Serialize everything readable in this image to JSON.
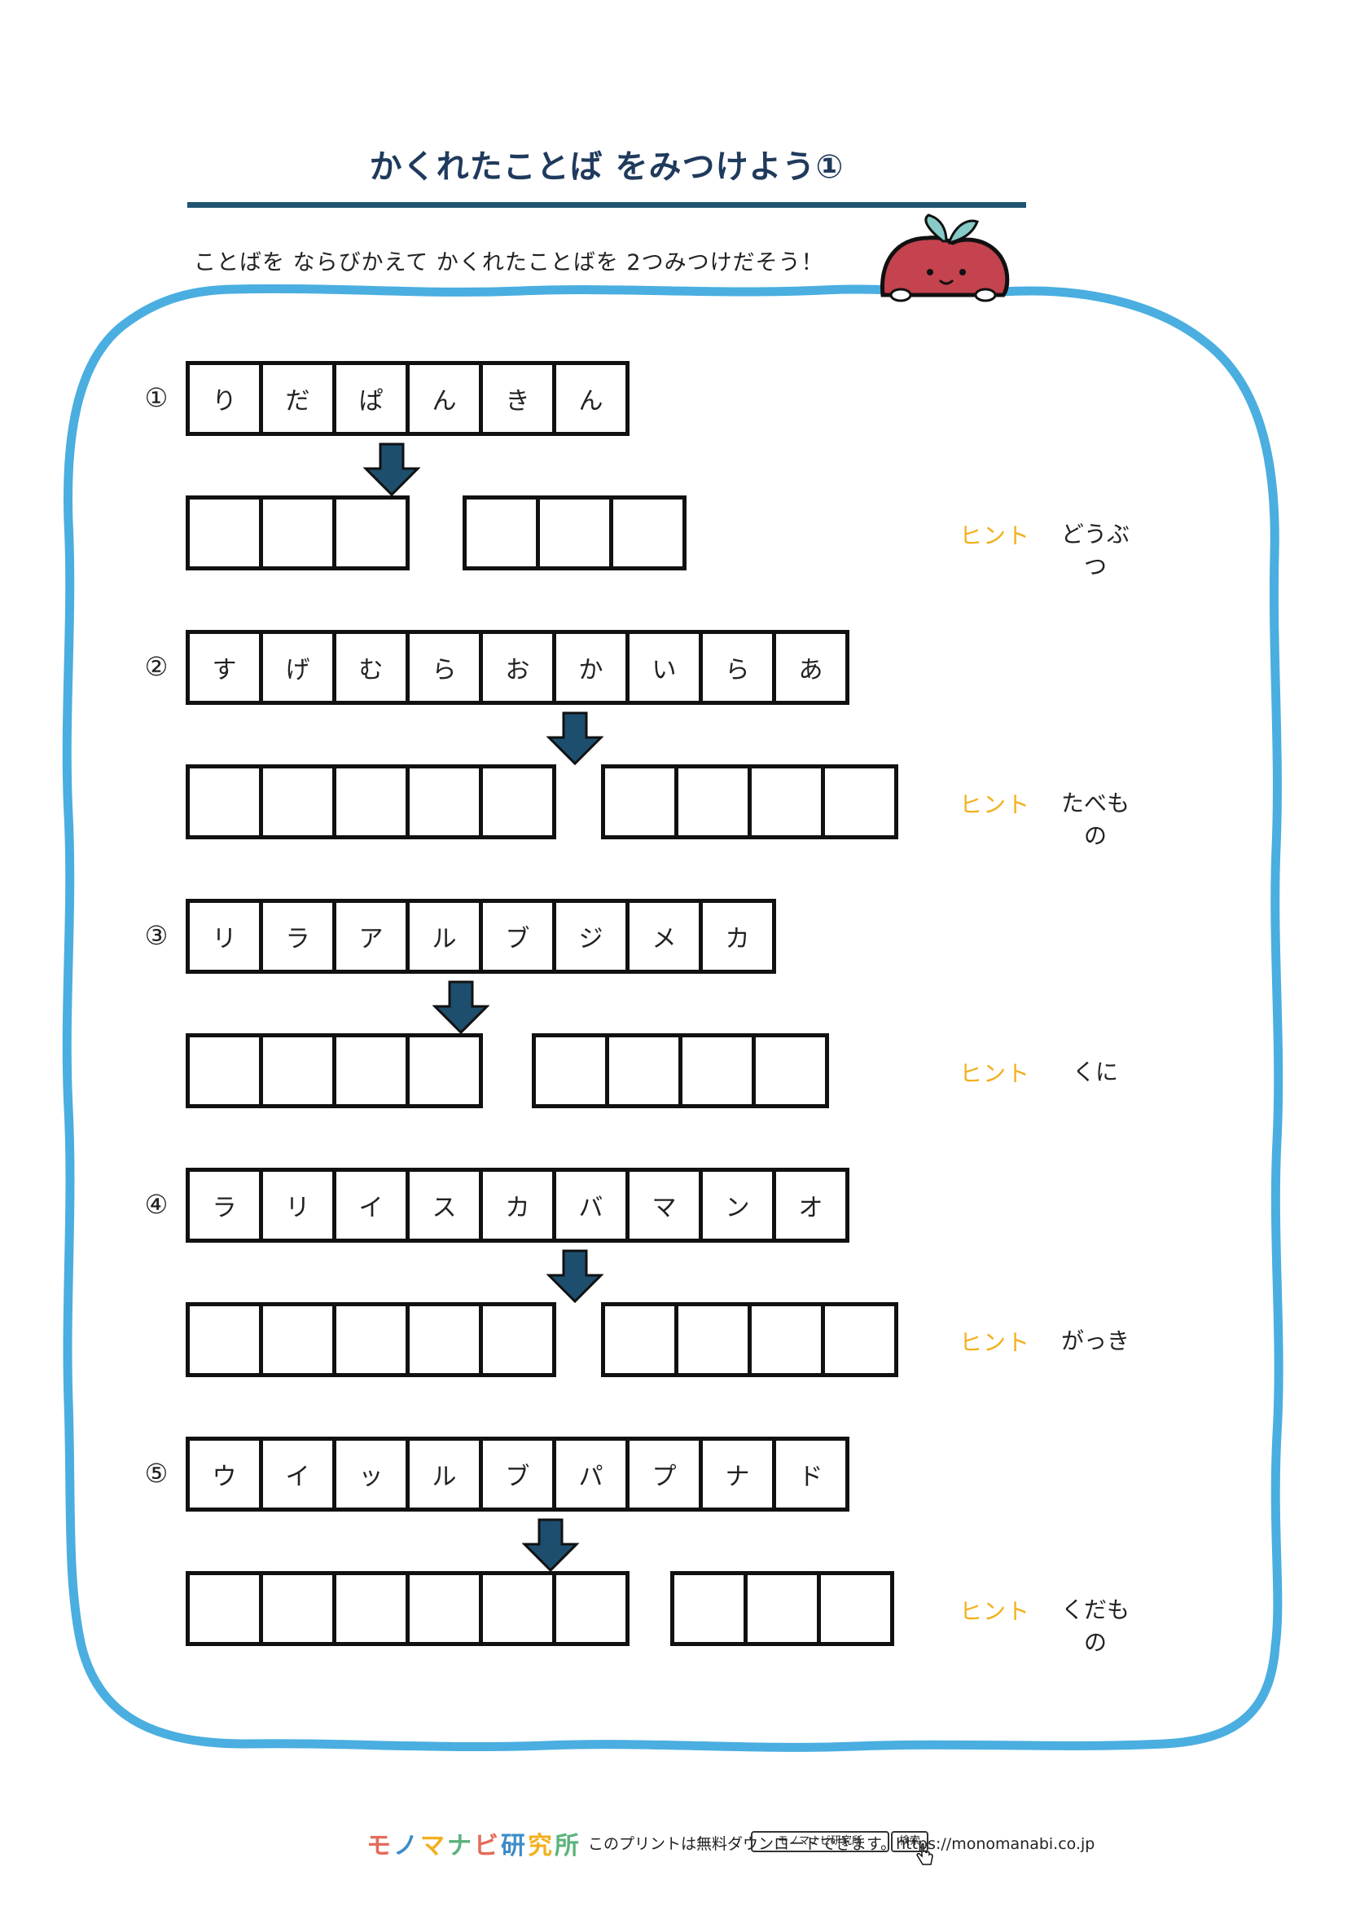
{
  "title": "かくれたことば をみつけよう①",
  "instruction": "ことばを ならびかえて かくれたことばを 2つみつけだそう！",
  "hint_label": "ヒント",
  "puzzles": [
    {
      "number": "①",
      "letters": [
        "り",
        "だ",
        "ぱ",
        "ん",
        "き",
        "ん"
      ],
      "answer_lengths": [
        3,
        3
      ],
      "hint": "どうぶつ"
    },
    {
      "number": "②",
      "letters": [
        "す",
        "げ",
        "む",
        "ら",
        "お",
        "か",
        "い",
        "ら",
        "あ"
      ],
      "answer_lengths": [
        5,
        4
      ],
      "hint": "たべもの"
    },
    {
      "number": "③",
      "letters": [
        "リ",
        "ラ",
        "ア",
        "ル",
        "ブ",
        "ジ",
        "メ",
        "カ"
      ],
      "answer_lengths": [
        4,
        4
      ],
      "hint": "くに"
    },
    {
      "number": "④",
      "letters": [
        "ラ",
        "リ",
        "イ",
        "ス",
        "カ",
        "バ",
        "マ",
        "ン",
        "オ"
      ],
      "answer_lengths": [
        5,
        4
      ],
      "hint": "がっき"
    },
    {
      "number": "⑤",
      "letters": [
        "ウ",
        "イ",
        "ッ",
        "ル",
        "ブ",
        "パ",
        "プ",
        "ナ",
        "ド"
      ],
      "answer_lengths": [
        6,
        3
      ],
      "hint": "くだもの"
    }
  ],
  "footer": {
    "brand": [
      "モ",
      "ノ",
      "マ",
      "ナ",
      "ビ",
      "研",
      "究",
      "所"
    ],
    "note": "このプリントは無料ダウンロードできます。https://monomanabi.co.jp",
    "search_box": "モノマナビ研究所",
    "search_button": "検索"
  },
  "colors": {
    "frame": "#4aaee0",
    "title": "#1f3a5c",
    "arrow": "#1d4e6e",
    "hint": "#f2b01e",
    "apple": "#c4434e"
  }
}
